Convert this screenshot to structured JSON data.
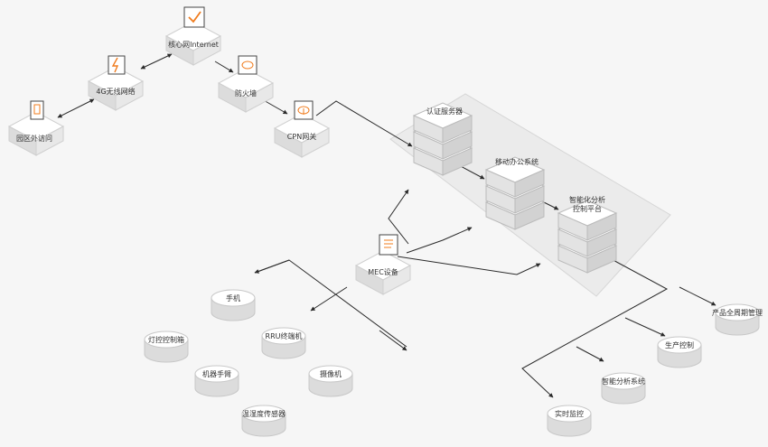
{
  "labels": {
    "campus_access": "园区外访问",
    "network_4g": "4G无线网络",
    "core_internet": "核心网Internet",
    "firewall": "防火墙",
    "cpn_gateway": "CPN网关",
    "auth_server": "认证服务器",
    "mobile_office": "移动办公系统",
    "smart_platform_line1": "智能化分析",
    "smart_platform_line2": "控制平台",
    "mec_device": "MEC设备",
    "phone": "手机",
    "light_box": "灯控控制箱",
    "rru_terminal": "RRU终端机",
    "robot_arm": "机器手臂",
    "camera": "摄像机",
    "temp_sensor": "温湿度传感器",
    "lifecycle_mgmt": "产品全周期管理",
    "production_ctrl": "生产控制",
    "smart_analysis": "智能分析系统",
    "realtime_monitor": "实时监控"
  },
  "icons": {
    "campus_access": "tablet-icon",
    "network_4g": "lightning-icon",
    "core_internet": "checkmark-icon",
    "firewall": "firewall-cloud-icon",
    "cpn_gateway": "cloud-upload-icon",
    "mec_device": "document-icon"
  },
  "colors": {
    "accent": "#f07c1e",
    "line": "#2a2a2a",
    "panel": "#ebebeb",
    "box_top": "#ffffff",
    "box_left": "#dcdcdc",
    "box_right": "#e8e8e8"
  }
}
